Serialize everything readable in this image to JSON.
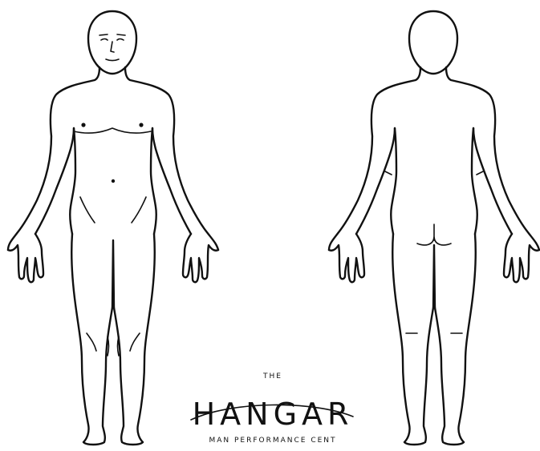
{
  "logo": {
    "prefix": "THE",
    "name": "HANGAR",
    "tagline": "MAN PERFORMANCE CENT"
  },
  "figures": [
    {
      "view": "front",
      "icon": "body-front-outline-icon"
    },
    {
      "view": "back",
      "icon": "body-back-outline-icon"
    }
  ],
  "colors": {
    "stroke": "#111111",
    "background": "#ffffff"
  }
}
